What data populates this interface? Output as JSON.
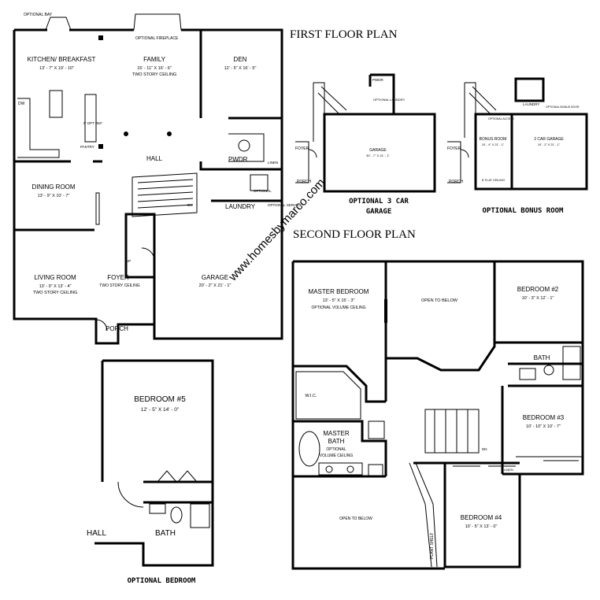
{
  "watermark": "www.homesbymarco.com",
  "first_floor": {
    "title": "FIRST FLOOR PLAN",
    "optional_bay": "OPTIONAL BAY",
    "optional_fireplace": "OPTIONAL FIREPLACE",
    "kitchen": {
      "name": "KITCHEN/ BREAKFAST",
      "dims": "13' - 7\" X 19' - 10\""
    },
    "family": {
      "name": "FAMILY",
      "dims": "15' - 11\" X 16' - 6\"",
      "note": "TWO STORY CEILING"
    },
    "den": {
      "name": "DEN",
      "dims": "12' - 5\" X 16' - 5\""
    },
    "dw": "DW",
    "opt_ref": "5' OPT REF",
    "pantry": "PANTRY",
    "hall": "HALL",
    "pwdr": "PWDR",
    "linen": "LINEN",
    "optional": "OPTIONAL",
    "optional_service": "OPTIONAL SERVICE",
    "dn": "DN",
    "laundry": "LAUNDRY",
    "dining": {
      "name": "DINING ROOM",
      "dims": "13' - 9\" X 10' - 7\""
    },
    "living": {
      "name": "LIVING ROOM",
      "dims": "13' - 9\" X 13' - 4\"",
      "note": "TWO STORY CEILING"
    },
    "foyer": {
      "name": "FOYER",
      "note": "TWO STORY CEILING"
    },
    "up": "UP",
    "garage": {
      "name": "GARAGE",
      "dims": "20' - 2\" X 21' - 1\""
    },
    "porch": "PORCH"
  },
  "optional_3car": {
    "title_line1": "OPTIONAL 3 CAR",
    "title_line2": "GARAGE",
    "pwdr": "PWDR",
    "laundry": "OPTIONAL LAUNDRY",
    "garage": "GARAGE",
    "garage_dims": "30' - 7\" X 21' - 1\"",
    "foyer": "FOYER",
    "porch": "PORCH"
  },
  "optional_bonus": {
    "title": "OPTIONAL BONUS ROOM",
    "laundry": "LAUNDRY",
    "optional_access": "OPTIONAL ACCESS",
    "optional_bonus_door": "OPTIONAL BONUS DOOR",
    "bonus": "BONUS ROOM",
    "bonus_dims": "10' - 4\" X 21' - 1\"",
    "garage": "2 CAR GARAGE",
    "garage_dims": "19' - 2\" X 21' - 1\"",
    "flat_ceiling": "8' FLAT CEILING",
    "foyer": "FOYER",
    "porch": "PORCH"
  },
  "second_floor": {
    "title": "SECOND FLOOR PLAN",
    "master": {
      "name": "MASTER BEDROOM",
      "dims": "13' - 5\" X 15' - 3\"",
      "note": "OPTIONAL VOLUME CEILING"
    },
    "open_below_top": "OPEN TO BELOW",
    "open_below_bottom": "OPEN TO BELOW",
    "bedroom2": {
      "name": "BEDROOM #2",
      "dims": "10' - 3\" X 12' - 1\""
    },
    "bath": "BATH",
    "wic": "W.I.C.",
    "master_bath": {
      "line1": "MASTER",
      "line2": "BATH",
      "note1": "OPTIONAL",
      "note2": "VOLUME CEILING"
    },
    "bedroom3": {
      "name": "BEDROOM #3",
      "dims": "10' - 10\" X 10' - 7\""
    },
    "dn": "DN",
    "linen": "LINEN",
    "plant_shelf": "PLANT SHELF",
    "bedroom4": {
      "name": "BEDROOM #4",
      "dims": "10' - 5\" X 13' - 0\""
    }
  },
  "optional_bedroom": {
    "title": "OPTIONAL BEDROOM",
    "bedroom5": {
      "name": "BEDROOM #5",
      "dims": "12' - 5\" X 14' - 0\""
    },
    "hall": "HALL",
    "bath": "BATH"
  }
}
